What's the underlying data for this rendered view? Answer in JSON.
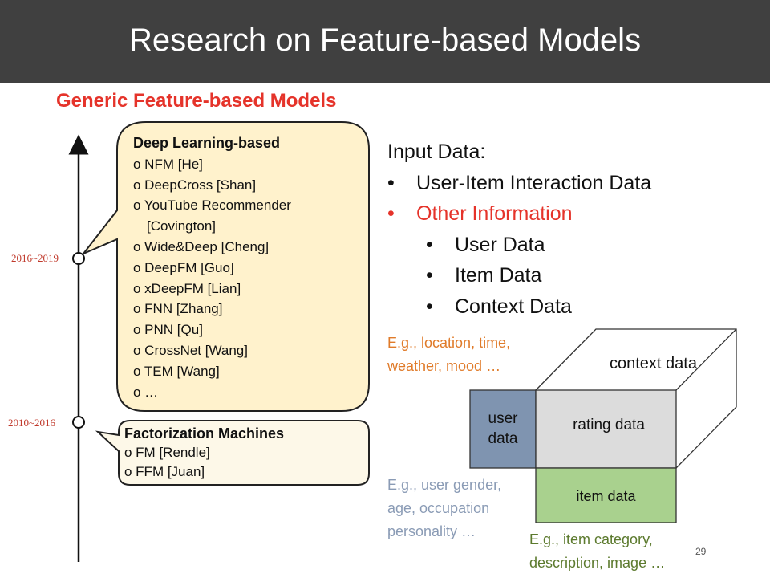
{
  "title": "Research on Feature-based Models",
  "subtitle": "Generic Feature-based Models",
  "timeline": {
    "years": [
      "2016~2019",
      "2010~2016"
    ]
  },
  "deep_learning": {
    "heading": "Deep Learning-based",
    "items": [
      "o NFM [He]",
      "o DeepCross [Shan]",
      "o YouTube Recommender",
      "[Covington]",
      "o Wide&Deep [Cheng]",
      "o DeepFM [Guo]",
      "o xDeepFM [Lian]",
      "o FNN [Zhang]",
      "o PNN [Qu]",
      "o CrossNet [Wang]",
      "o TEM [Wang]",
      "o …"
    ]
  },
  "fm": {
    "heading": "Factorization Machines",
    "items": [
      "o FM [Rendle]",
      "o FFM [Juan]"
    ]
  },
  "input_data": {
    "heading": "Input Data:",
    "bullet": "•",
    "level1": [
      "User-Item Interaction Data",
      "Other Information"
    ],
    "level2": [
      "User Data",
      "Item Data",
      "Context Data"
    ]
  },
  "cube": {
    "user_data": "user\ndata",
    "rating_data": "rating data",
    "item_data": "item data",
    "context_data": "context data",
    "colors": {
      "user": "#7f94b0",
      "rating": "#dcdcdc",
      "item": "#a9d18e"
    }
  },
  "notes": {
    "context": [
      "E.g., location, time,",
      "weather, mood …"
    ],
    "user": [
      "E.g., user gender,",
      "age, occupation",
      "personality …"
    ],
    "item": [
      "E.g., item category,",
      "description, image …"
    ]
  },
  "page_number": "29"
}
